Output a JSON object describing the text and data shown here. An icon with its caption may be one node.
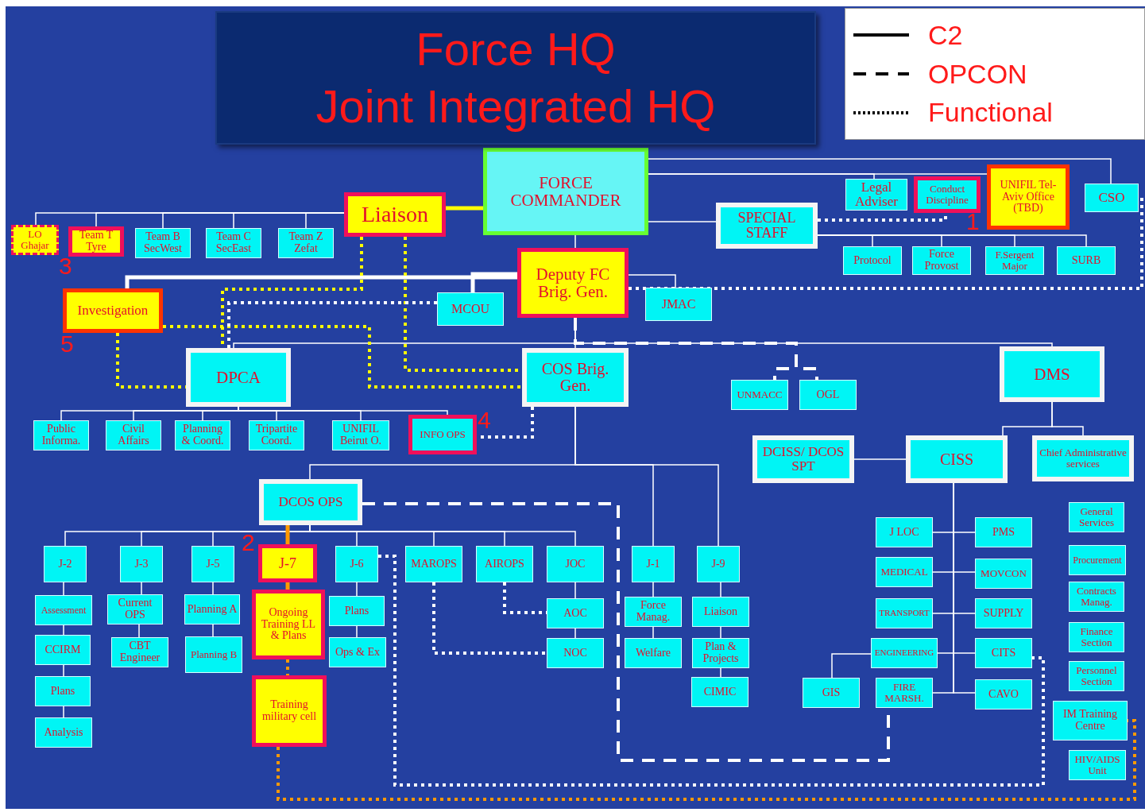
{
  "diagram": {
    "nodes": [
      {
        "text": [
          "FORCE COMMANDER"
        ]
      },
      {
        "text": [
          "Liaison"
        ]
      },
      {
        "text": [
          "LO Ghajar"
        ]
      },
      {
        "text": [
          "Team T Tyre"
        ]
      },
      {
        "text": [
          "Team B SecWest"
        ]
      },
      {
        "text": [
          "Team C SecEast"
        ]
      },
      {
        "text": [
          "Team Z Zefat"
        ]
      },
      {
        "text": [
          "Legal Adviser"
        ]
      },
      {
        "text": [
          "Conduct Discipline"
        ]
      },
      {
        "text": [
          "UNIFIL Tel-Aviv Office (TBD)"
        ]
      },
      {
        "text": [
          "CSO"
        ]
      },
      {
        "text": [
          "SPECIAL STAFF"
        ]
      },
      {
        "text": [
          "Protocol"
        ]
      },
      {
        "text": [
          "Force Provost"
        ]
      },
      {
        "text": [
          "F.Sergent Major"
        ]
      },
      {
        "text": [
          "SURB"
        ]
      },
      {
        "text": [
          "Deputy FC Brig. Gen."
        ]
      },
      {
        "text": [
          "MCOU"
        ]
      },
      {
        "text": [
          "JMAC"
        ]
      },
      {
        "text": [
          "Investigation"
        ]
      },
      {
        "text": [
          "DPCA"
        ]
      },
      {
        "text": [
          "COS Brig. Gen."
        ]
      },
      {
        "text": [
          "UNMACC"
        ]
      },
      {
        "text": [
          "OGL"
        ]
      },
      {
        "text": [
          "DMS"
        ]
      },
      {
        "text": [
          "Public Informa."
        ]
      },
      {
        "text": [
          "Civil Affairs"
        ]
      },
      {
        "text": [
          "Planning & Coord."
        ]
      },
      {
        "text": [
          "Tripartite Coord."
        ]
      },
      {
        "text": [
          "UNIFIL Beirut O."
        ]
      },
      {
        "text": [
          "INFO OPS"
        ]
      },
      {
        "text": [
          "DCISS/ DCOS SPT"
        ]
      },
      {
        "text": [
          "CISS"
        ]
      },
      {
        "text": [
          "Chief Administrative services"
        ]
      },
      {
        "text": [
          "DCOS OPS"
        ]
      },
      {
        "text": [
          "General Services"
        ]
      },
      {
        "text": [
          "J-2"
        ]
      },
      {
        "text": [
          "J-3"
        ]
      },
      {
        "text": [
          "J-5"
        ]
      },
      {
        "text": [
          "J-7"
        ]
      },
      {
        "text": [
          "J-6"
        ]
      },
      {
        "text": [
          "MAROPS"
        ]
      },
      {
        "text": [
          "AIROPS"
        ]
      },
      {
        "text": [
          "JOC"
        ]
      },
      {
        "text": [
          "J-1"
        ]
      },
      {
        "text": [
          "J-9"
        ]
      },
      {
        "text": [
          "J LOC"
        ]
      },
      {
        "text": [
          "PMS"
        ]
      },
      {
        "text": [
          "Procurement"
        ]
      },
      {
        "text": [
          "Contracts Manag."
        ]
      },
      {
        "text": [
          "MEDICAL"
        ]
      },
      {
        "text": [
          "MOVCON"
        ]
      },
      {
        "text": [
          "Assessment"
        ]
      },
      {
        "text": [
          "Current OPS"
        ]
      },
      {
        "text": [
          "Planning A"
        ]
      },
      {
        "text": [
          "Ongoing Training LL & Plans"
        ]
      },
      {
        "text": [
          "Plans"
        ]
      },
      {
        "text": [
          "AOC"
        ]
      },
      {
        "text": [
          "Force Manag."
        ]
      },
      {
        "text": [
          "Liaison"
        ]
      },
      {
        "text": [
          "TRANSPORT"
        ]
      },
      {
        "text": [
          "SUPPLY"
        ]
      },
      {
        "text": [
          "Finance Section"
        ]
      },
      {
        "text": [
          "CCIRM"
        ]
      },
      {
        "text": [
          "CBT Engineer"
        ]
      },
      {
        "text": [
          "Planning B"
        ]
      },
      {
        "text": [
          "Ops & Ex"
        ]
      },
      {
        "text": [
          "NOC"
        ]
      },
      {
        "text": [
          "Welfare"
        ]
      },
      {
        "text": [
          "Plan & Projects"
        ]
      },
      {
        "text": [
          "ENGINEERING"
        ]
      },
      {
        "text": [
          "CITS"
        ]
      },
      {
        "text": [
          "Personnel Section"
        ]
      },
      {
        "text": [
          "Plans"
        ]
      },
      {
        "text": [
          "GIS"
        ]
      },
      {
        "text": [
          "FIRE MARSH."
        ]
      },
      {
        "text": [
          "CAVO"
        ]
      },
      {
        "text": [
          "CIMIC"
        ]
      },
      {
        "text": [
          "Training military cell"
        ]
      },
      {
        "text": [
          "IM Training Centre"
        ]
      },
      {
        "text": [
          "Analysis"
        ]
      },
      {
        "text": [
          "HIV/AIDS Unit"
        ]
      },
      {
        "text": [
          "Force HQ",
          "Joint Integrated HQ"
        ]
      }
    ],
    "edges": [
      {
        "from": 0,
        "to": 1,
        "arrow": "none",
        "style": "thick",
        "color": "#ffff00"
      },
      {
        "from": 1,
        "to": 2,
        "arrow": "none"
      },
      {
        "from": 1,
        "to": 3,
        "arrow": "none"
      },
      {
        "from": 1,
        "to": 4,
        "arrow": "none"
      },
      {
        "from": 1,
        "to": 5,
        "arrow": "none"
      },
      {
        "from": 1,
        "to": 6,
        "arrow": "none"
      },
      {
        "from": 0,
        "to": 7,
        "arrow": "none"
      },
      {
        "from": 0,
        "to": 9,
        "arrow": "none"
      },
      {
        "from": 0,
        "to": 10,
        "arrow": "none"
      },
      {
        "from": 11,
        "to": 8,
        "arrow": "none",
        "style": "dashed"
      },
      {
        "from": 0,
        "to": 11,
        "arrow": "none"
      },
      {
        "from": 11,
        "to": 12,
        "arrow": "none"
      },
      {
        "from": 11,
        "to": 13,
        "arrow": "none"
      },
      {
        "from": 11,
        "to": 14,
        "arrow": "none"
      },
      {
        "from": 11,
        "to": 15,
        "arrow": "none"
      },
      {
        "from": 0,
        "to": 16,
        "arrow": "none"
      },
      {
        "from": 16,
        "to": 17,
        "arrow": "none",
        "style": "thick"
      },
      {
        "from": 16,
        "to": 19,
        "arrow": "none",
        "style": "thick"
      },
      {
        "from": 16,
        "to": 18,
        "arrow": "none"
      },
      {
        "from": 16,
        "to": 10,
        "arrow": "none",
        "style": "dashed"
      },
      {
        "from": 16,
        "to": 21,
        "arrow": "none"
      },
      {
        "from": 16,
        "to": 20,
        "arrow": "none"
      },
      {
        "from": 16,
        "to": 24,
        "arrow": "none"
      },
      {
        "from": 16,
        "to": 22,
        "arrow": "none",
        "style": "dashed"
      },
      {
        "from": 16,
        "to": 23,
        "arrow": "none",
        "style": "dashed"
      },
      {
        "from": 20,
        "to": 25,
        "arrow": "none"
      },
      {
        "from": 20,
        "to": 26,
        "arrow": "none"
      },
      {
        "from": 20,
        "to": 27,
        "arrow": "none"
      },
      {
        "from": 20,
        "to": 28,
        "arrow": "none"
      },
      {
        "from": 20,
        "to": 29,
        "arrow": "none"
      },
      {
        "from": 20,
        "to": 30,
        "arrow": "none"
      },
      {
        "from": 21,
        "to": 30,
        "arrow": "none",
        "style": "dashed"
      },
      {
        "from": 1,
        "to": 20,
        "arrow": "none",
        "style": "dashed",
        "color": "#ffff00"
      },
      {
        "from": 1,
        "to": 21,
        "arrow": "none",
        "style": "dashed",
        "color": "#ffff00"
      },
      {
        "from": 19,
        "to": 20,
        "arrow": "none",
        "style": "dashed",
        "color": "#ffff00"
      },
      {
        "from": 19,
        "to": 21,
        "arrow": "none",
        "style": "dashed",
        "color": "#ffff00"
      },
      {
        "from": 17,
        "to": 20,
        "arrow": "none",
        "style": "dashed"
      },
      {
        "from": 21,
        "to": 34,
        "arrow": "none"
      },
      {
        "from": 21,
        "to": 44,
        "arrow": "none"
      },
      {
        "from": 21,
        "to": 45,
        "arrow": "none"
      },
      {
        "from": 31,
        "to": 32,
        "arrow": "none"
      },
      {
        "from": 24,
        "to": 32,
        "arrow": "none"
      },
      {
        "from": 24,
        "to": 33,
        "arrow": "none"
      },
      {
        "from": 32,
        "to": 46,
        "arrow": "none"
      },
      {
        "from": 32,
        "to": 47,
        "arrow": "none"
      },
      {
        "from": 32,
        "to": 50,
        "arrow": "none"
      },
      {
        "from": 32,
        "to": 51,
        "arrow": "none"
      },
      {
        "from": 32,
        "to": 60,
        "arrow": "none"
      },
      {
        "from": 32,
        "to": 61,
        "arrow": "none"
      },
      {
        "from": 32,
        "to": 70,
        "arrow": "none"
      },
      {
        "from": 32,
        "to": 71,
        "arrow": "none"
      },
      {
        "from": 32,
        "to": 75,
        "arrow": "none"
      },
      {
        "from": 32,
        "to": 76,
        "arrow": "none"
      },
      {
        "from": 70,
        "to": 74,
        "arrow": "none"
      },
      {
        "from": 34,
        "to": 36,
        "arrow": "none"
      },
      {
        "from": 34,
        "to": 37,
        "arrow": "none"
      },
      {
        "from": 34,
        "to": 38,
        "arrow": "none"
      },
      {
        "from": 34,
        "to": 39,
        "arrow": "none",
        "style": "thick",
        "color": "#ff9900"
      },
      {
        "from": 34,
        "to": 40,
        "arrow": "none"
      },
      {
        "from": 34,
        "to": 41,
        "arrow": "none"
      },
      {
        "from": 34,
        "to": 42,
        "arrow": "none"
      },
      {
        "from": 34,
        "to": 43,
        "arrow": "none"
      },
      {
        "from": 36,
        "to": 52,
        "arrow": "none"
      },
      {
        "from": 52,
        "to": 63,
        "arrow": "none"
      },
      {
        "from": 63,
        "to": 73,
        "arrow": "none"
      },
      {
        "from": 73,
        "to": 80,
        "arrow": "none"
      },
      {
        "from": 37,
        "to": 53,
        "arrow": "none"
      },
      {
        "from": 53,
        "to": 64,
        "arrow": "none"
      },
      {
        "from": 38,
        "to": 54,
        "arrow": "none"
      },
      {
        "from": 54,
        "to": 65,
        "arrow": "none"
      },
      {
        "from": 39,
        "to": 55,
        "arrow": "none",
        "style": "thick",
        "color": "#ff9900"
      },
      {
        "from": 55,
        "to": 78,
        "arrow": "none",
        "style": "dashed",
        "color": "#ff9900"
      },
      {
        "from": 40,
        "to": 56,
        "arrow": "none"
      },
      {
        "from": 56,
        "to": 66,
        "arrow": "none"
      },
      {
        "from": 43,
        "to": 57,
        "arrow": "none"
      },
      {
        "from": 57,
        "to": 67,
        "arrow": "none"
      },
      {
        "from": 41,
        "to": 67,
        "arrow": "none",
        "style": "dashed"
      },
      {
        "from": 42,
        "to": 57,
        "arrow": "none",
        "style": "dashed"
      },
      {
        "from": 44,
        "to": 58,
        "arrow": "none"
      },
      {
        "from": 58,
        "to": 68,
        "arrow": "none"
      },
      {
        "from": 45,
        "to": 59,
        "arrow": "none"
      },
      {
        "from": 59,
        "to": 69,
        "arrow": "none"
      },
      {
        "from": 69,
        "to": 77,
        "arrow": "none"
      },
      {
        "from": 34,
        "to": 75,
        "arrow": "none",
        "style": "dashed"
      },
      {
        "from": 40,
        "to": 71,
        "arrow": "none",
        "style": "dashed"
      },
      {
        "from": 78,
        "to": 79,
        "arrow": "none",
        "style": "dashed",
        "color": "#ff9900"
      }
    ],
    "labels": [
      "1",
      "3",
      "5",
      "4",
      "2"
    ],
    "legend": [
      {
        "text": "C2"
      },
      {
        "text": "OPCON"
      },
      {
        "text": "Functional"
      }
    ]
  }
}
